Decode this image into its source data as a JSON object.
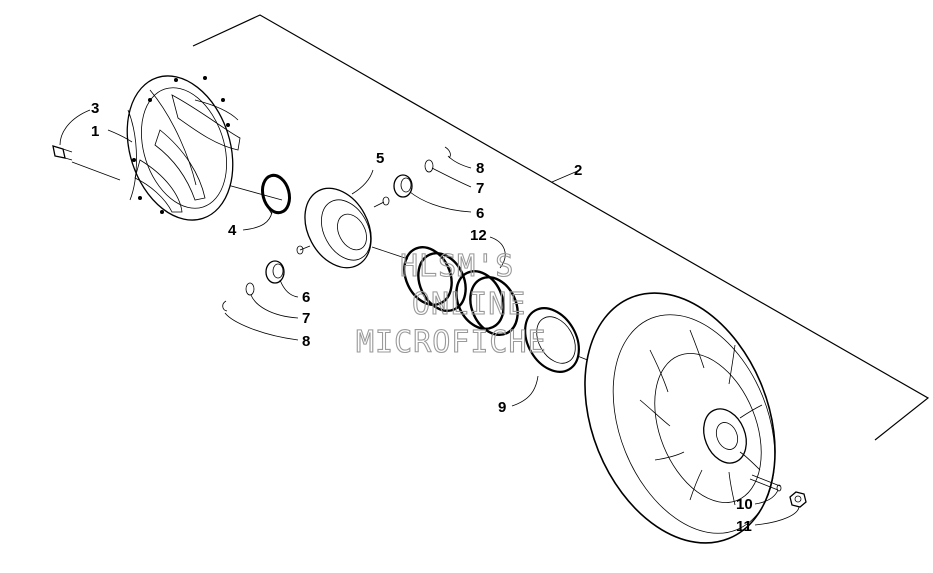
{
  "diagram": {
    "callouts": {
      "c1": "1",
      "c2": "2",
      "c3": "3",
      "c4": "4",
      "c5": "5",
      "c6a": "6",
      "c6b": "6",
      "c7a": "7",
      "c7b": "7",
      "c8a": "8",
      "c8b": "8",
      "c9": "9",
      "c10": "10",
      "c11": "11",
      "c12": "12"
    },
    "watermark": {
      "line1": "HLSM'S",
      "line2": "ONLINE",
      "line3": "MICROFICHE"
    }
  }
}
